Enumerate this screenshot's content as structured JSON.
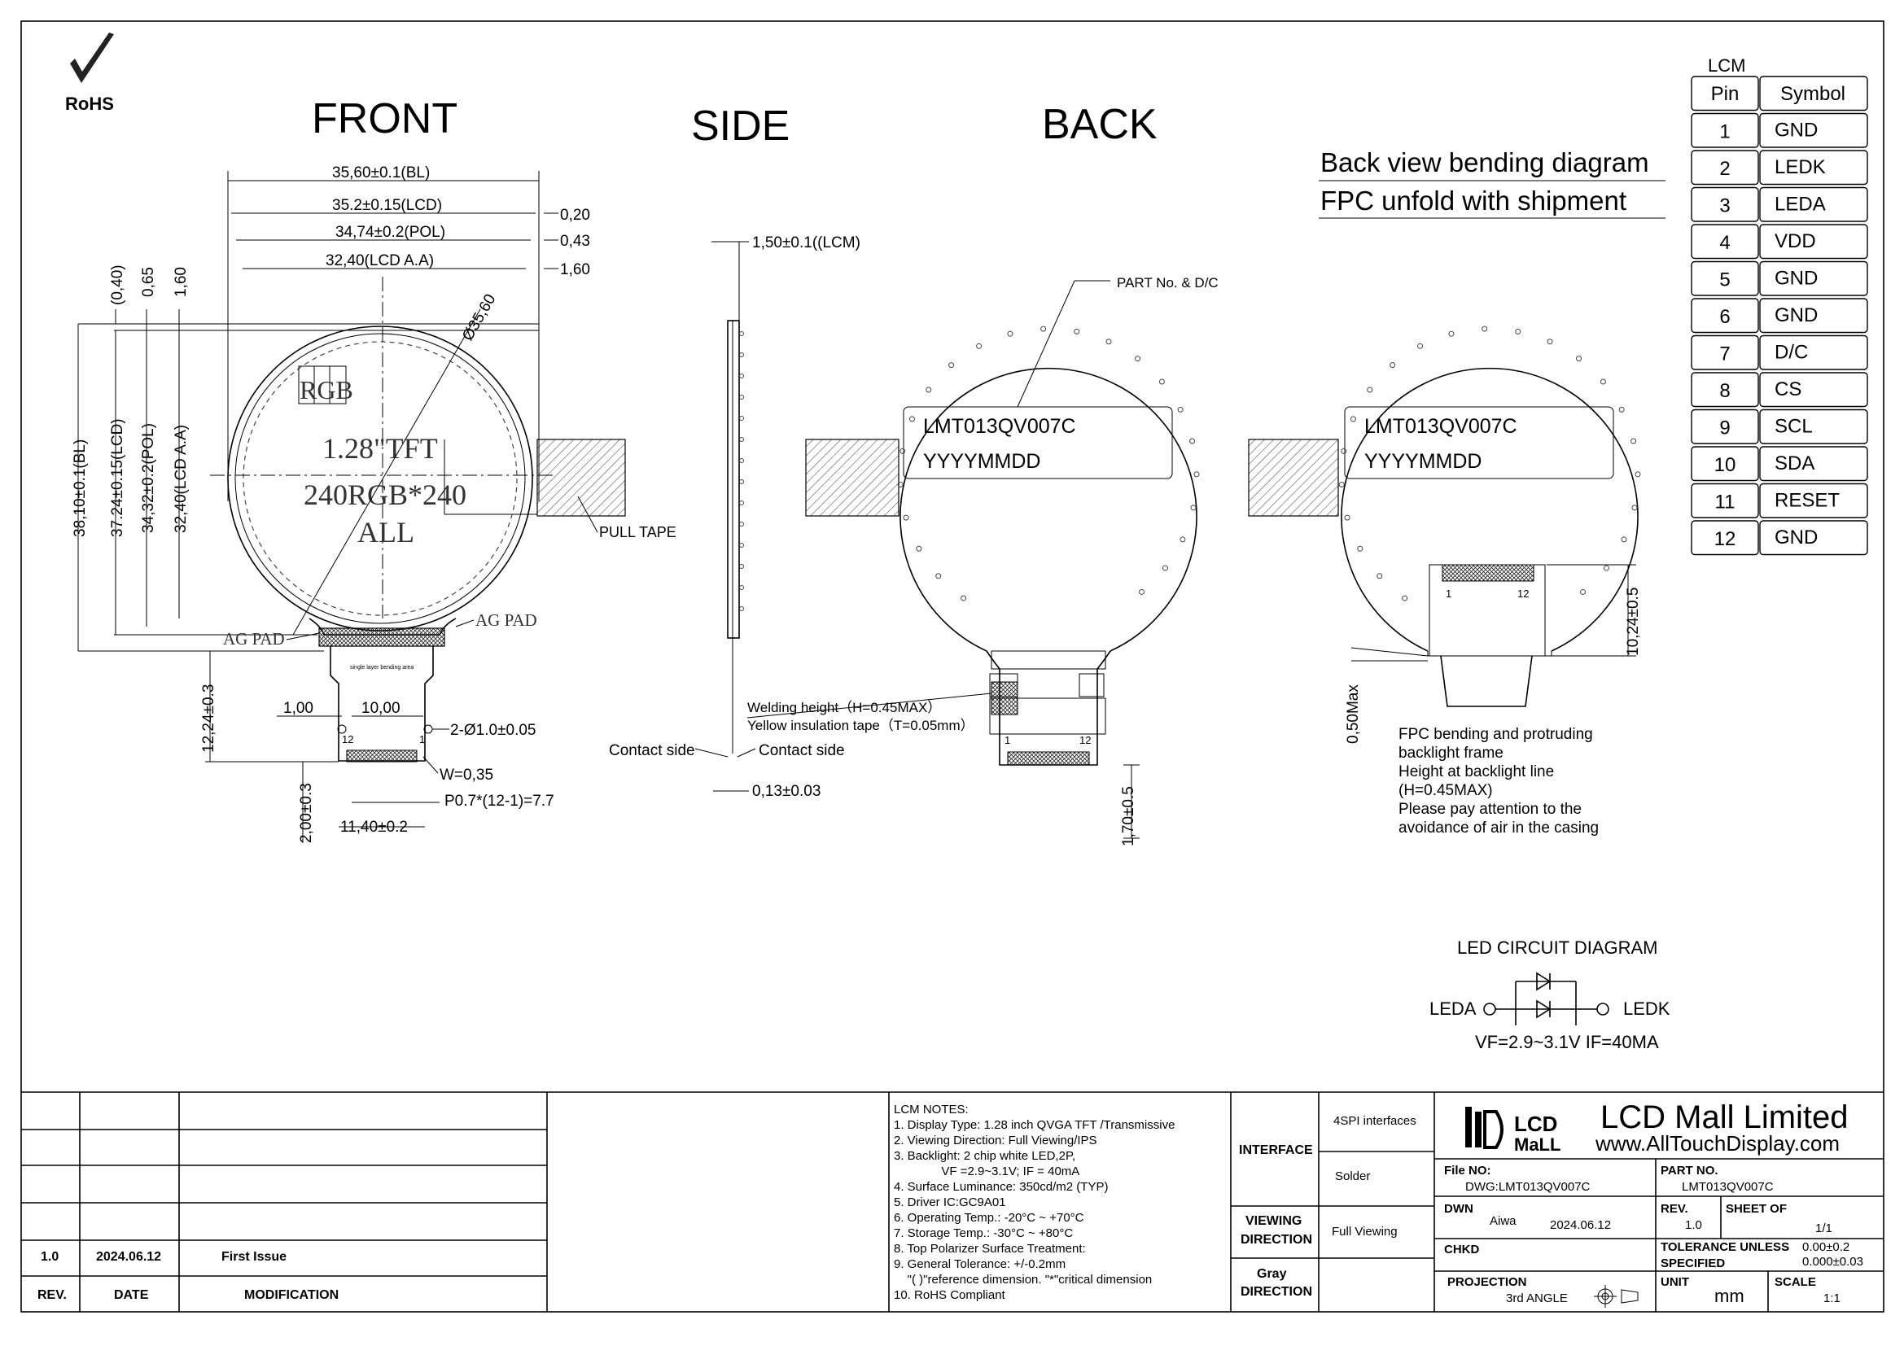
{
  "rohs": "RoHS",
  "views": {
    "front": "FRONT",
    "side": "SIDE",
    "back": "BACK"
  },
  "bending": {
    "title": "Back view bending diagram",
    "subtitle": "FPC unfold with shipment"
  },
  "front": {
    "dim_bl_w": "35,60±0.1(BL)",
    "dim_lcd_w": "35.2±0.15(LCD)",
    "dim_pol_w": "34,74±0.2(POL)",
    "dim_aa_w": "32,40(LCD A.A)",
    "off_020": "0,20",
    "off_043": "0,43",
    "off_160": "1,60",
    "diameter": "Ø35,60",
    "v_040": "(0,40)",
    "v_065": "0,65",
    "v_160": "1,60",
    "v_bl": "38,10±0.1(BL)",
    "v_lcd": "37.24±0.15(LCD)",
    "v_pol": "34,32±0.2(POL)",
    "v_aa": "32,40(LCD A.A)",
    "rgb": "RGB",
    "tft": "1.28\"TFT",
    "res": "240RGB*240",
    "all": "ALL",
    "pull_tape": "PULL TAPE",
    "ag_pad_l": "AG PAD",
    "ag_pad_r": "AG PAD",
    "fpc_small": "single layer bending area",
    "d_1224": "12,24±0.3",
    "d_100": "1,00",
    "d_1000": "10,00",
    "hole": "2-Ø1.0±0.05",
    "w035": "W=0,35",
    "pitch": "P0.7*(12-1)=7.7",
    "d_200": "2,00±0.3",
    "d_1140": "11,40±0.2",
    "pin12": "12",
    "pin1": "1"
  },
  "side": {
    "lcm": "1,50±0.1((LCM)",
    "contact_l": "Contact side",
    "contact_r": "Contact side",
    "thick": "0,13±0.03",
    "weld": "Welding height（H=0.45MAX）",
    "tape": "Yellow insulation tape（T=0.05mm）"
  },
  "back": {
    "part_label": "PART No. & D/C",
    "part_no": "LMT013QV007C",
    "date_code": "YYYYMMDD",
    "d_170": "1,70±0.5",
    "pin1": "1",
    "pin12": "12"
  },
  "bend": {
    "part_no": "LMT013QV007C",
    "date_code": "YYYYMMDD",
    "d_1024": "10,24±0.5",
    "d_050": "0,50Max",
    "pin1": "1",
    "pin12": "12",
    "note": [
      "FPC bending and protruding",
      "backlight frame",
      "Height at backlight line",
      "(H=0.45MAX)",
      "Please pay attention to the",
      "avoidance of air in the casing"
    ]
  },
  "led": {
    "title": "LED CIRCUIT DIAGRAM",
    "leda": "LEDA",
    "ledk": "LEDK",
    "spec": "VF=2.9~3.1V  IF=40MA"
  },
  "pin_table": {
    "caption": "LCM",
    "headers": [
      "Pin",
      "Symbol"
    ],
    "rows": [
      [
        "1",
        "GND"
      ],
      [
        "2",
        "LEDK"
      ],
      [
        "3",
        "LEDA"
      ],
      [
        "4",
        "VDD"
      ],
      [
        "5",
        "GND"
      ],
      [
        "6",
        "GND"
      ],
      [
        "7",
        "D/C"
      ],
      [
        "8",
        "CS"
      ],
      [
        "9",
        "SCL"
      ],
      [
        "10",
        "SDA"
      ],
      [
        "11",
        "RESET"
      ],
      [
        "12",
        "GND"
      ]
    ]
  },
  "revision": {
    "rev": "1.0",
    "date": "2024.06.12",
    "modification": "First Issue",
    "h_rev": "REV.",
    "h_date": "DATE",
    "h_mod": "MODIFICATION"
  },
  "notes": [
    "LCM NOTES:",
    "1. Display Type: 1.28 inch QVGA TFT /Transmissive",
    "2. Viewing Direction: Full Viewing/IPS",
    "3. Backlight: 2 chip white LED,2P,",
    "              VF =2.9~3.1V; IF = 40mA",
    "4. Surface Luminance: 350cd/m2 (TYP)",
    "5. Driver IC:GC9A01",
    "6. Operating Temp.: -20°C ~ +70°C",
    "7. Storage Temp.: -30°C ~ +80°C",
    "8. Top Polarizer Surface Treatment:",
    "9. General Tolerance: +/-0.2mm",
    "    \"( )\"reference dimension. \"*\"critical dimension",
    "10. RoHS Compliant"
  ],
  "spec": {
    "interface_label": "INTERFACE",
    "interface_val1": "4SPI interfaces",
    "interface_val2": "Solder",
    "viewing_label1": "VIEWING",
    "viewing_label2": "DIRECTION",
    "viewing_val": "Full Viewing",
    "gray_label1": "Gray",
    "gray_label2": "DIRECTION"
  },
  "title_block": {
    "logo_top": "LCD",
    "logo_bot": "MaLL",
    "company": "LCD Mall Limited",
    "website": "www.AllTouchDisplay.com",
    "file_no_label": "File NO:",
    "file_no": "DWG:LMT013QV007C",
    "part_no_label": "PART NO.",
    "part_no": "LMT013QV007C",
    "dwn_label": "DWN",
    "dwn": "Aiwa",
    "dwn_date": "2024.06.12",
    "rev_label": "REV.",
    "rev": "1.0",
    "sheet_label": "SHEET OF",
    "sheet": "1/1",
    "chkd_label": "CHKD",
    "tol_label1": "TOLERANCE UNLESS",
    "tol_label2": "SPECIFIED",
    "tol1": "0.00±0.2",
    "tol2": "0.000±0.03",
    "proj_label": "PROJECTION",
    "proj": "3rd ANGLE",
    "unit_label": "UNIT",
    "unit": "mm",
    "scale_label": "SCALE",
    "scale": "1:1"
  }
}
